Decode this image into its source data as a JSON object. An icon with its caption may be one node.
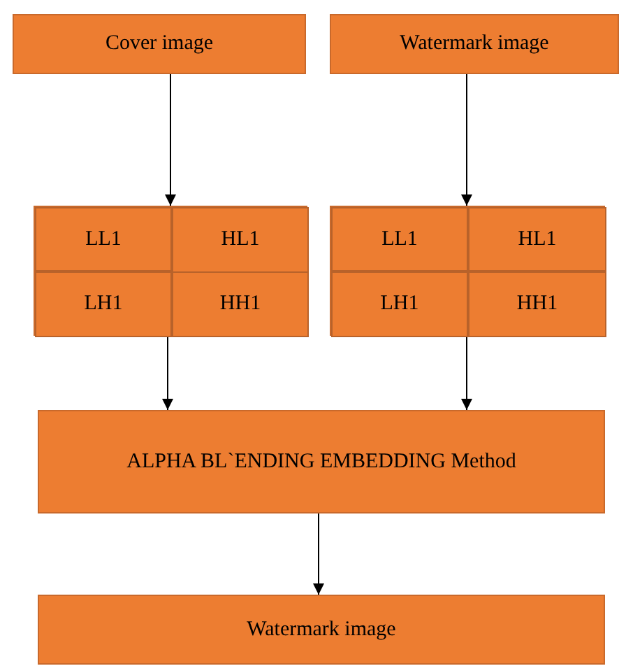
{
  "diagram": {
    "nodes": [
      {
        "text": [
          "Cover image"
        ]
      },
      {
        "text": [
          "Watermark image"
        ]
      },
      {
        "text": [],
        "shape": "box"
      },
      {
        "text": [
          "LL1"
        ],
        "in": 2
      },
      {
        "text": [
          "HL1"
        ],
        "in": 2
      },
      {
        "text": [
          "LH1"
        ],
        "in": 2
      },
      {
        "text": [
          "HH1"
        ],
        "in": 2
      },
      {
        "text": [],
        "shape": "box"
      },
      {
        "text": [
          "LL1"
        ],
        "in": 7
      },
      {
        "text": [
          "HL1"
        ],
        "in": 7
      },
      {
        "text": [
          "LH1"
        ],
        "in": 7
      },
      {
        "text": [
          "HH1"
        ],
        "in": 7
      },
      {
        "text": [
          "ALPHA BL`ENDING EMBEDDING Method"
        ]
      },
      {
        "text": [
          "Watermark image"
        ]
      }
    ],
    "edges": [
      {
        "from": 0,
        "to": 2,
        "arrow": "to"
      },
      {
        "from": 1,
        "to": 7,
        "arrow": "to"
      },
      {
        "from": 2,
        "to": 12,
        "arrow": "to"
      },
      {
        "from": 7,
        "to": 12,
        "arrow": "to"
      },
      {
        "from": 12,
        "to": 13,
        "arrow": "to"
      }
    ]
  }
}
